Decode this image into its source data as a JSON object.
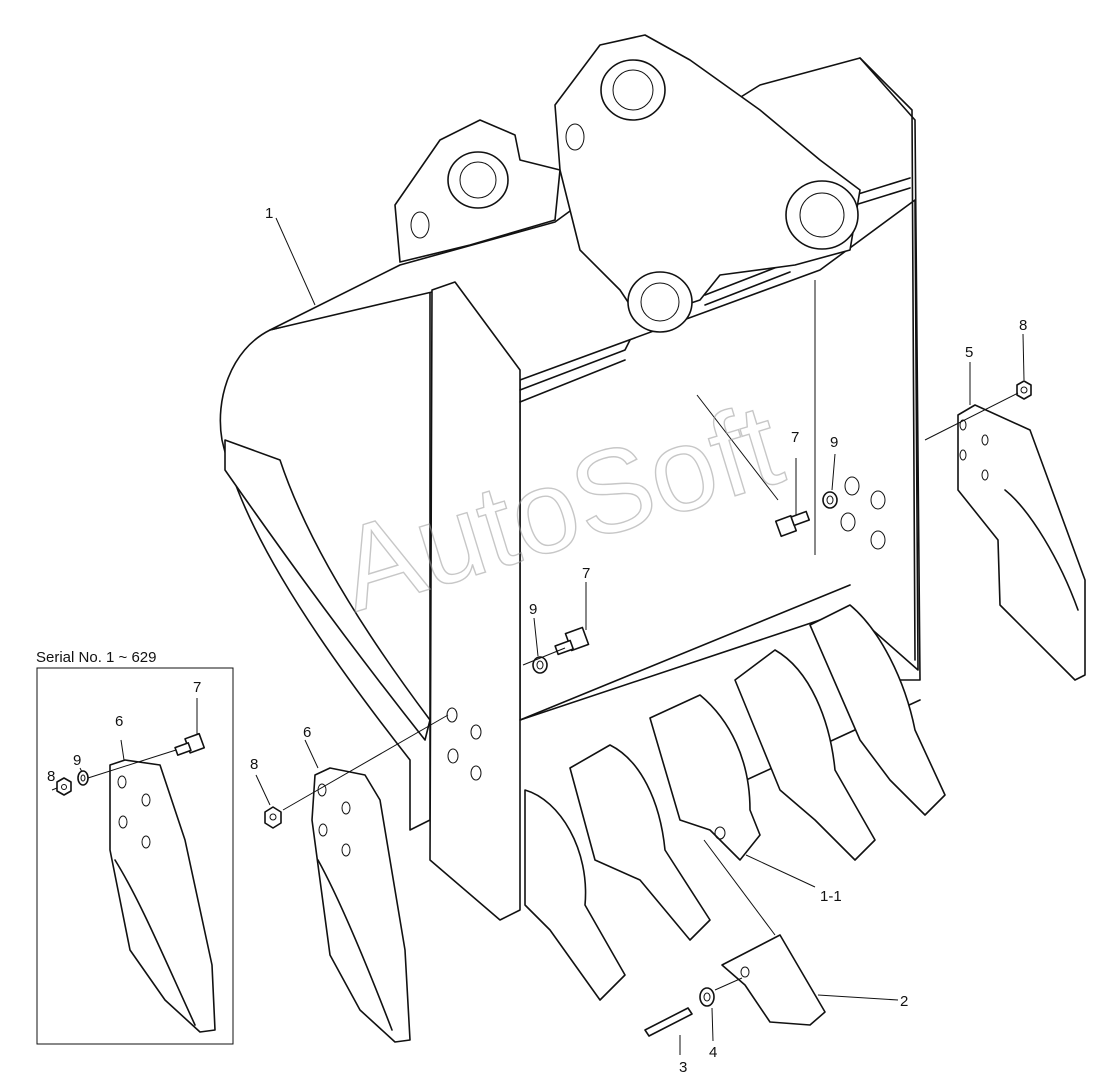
{
  "inset": {
    "title": "Serial No. 1 ~ 629"
  },
  "watermark": "AutoSoft",
  "callouts": {
    "c1": "1",
    "c1_1": "1-1",
    "c2": "2",
    "c3": "3",
    "c4": "4",
    "c5": "5",
    "c6_main": "6",
    "c6_inset": "6",
    "c7_upper": "7",
    "c7_mid": "7",
    "c7_inset": "7",
    "c8_right": "8",
    "c8_main": "8",
    "c8_inset": "8",
    "c9_upper": "9",
    "c9_mid": "9",
    "c9_inset": "9"
  },
  "colors": {
    "line": "#111111",
    "watermark": "#9a9a9a"
  }
}
